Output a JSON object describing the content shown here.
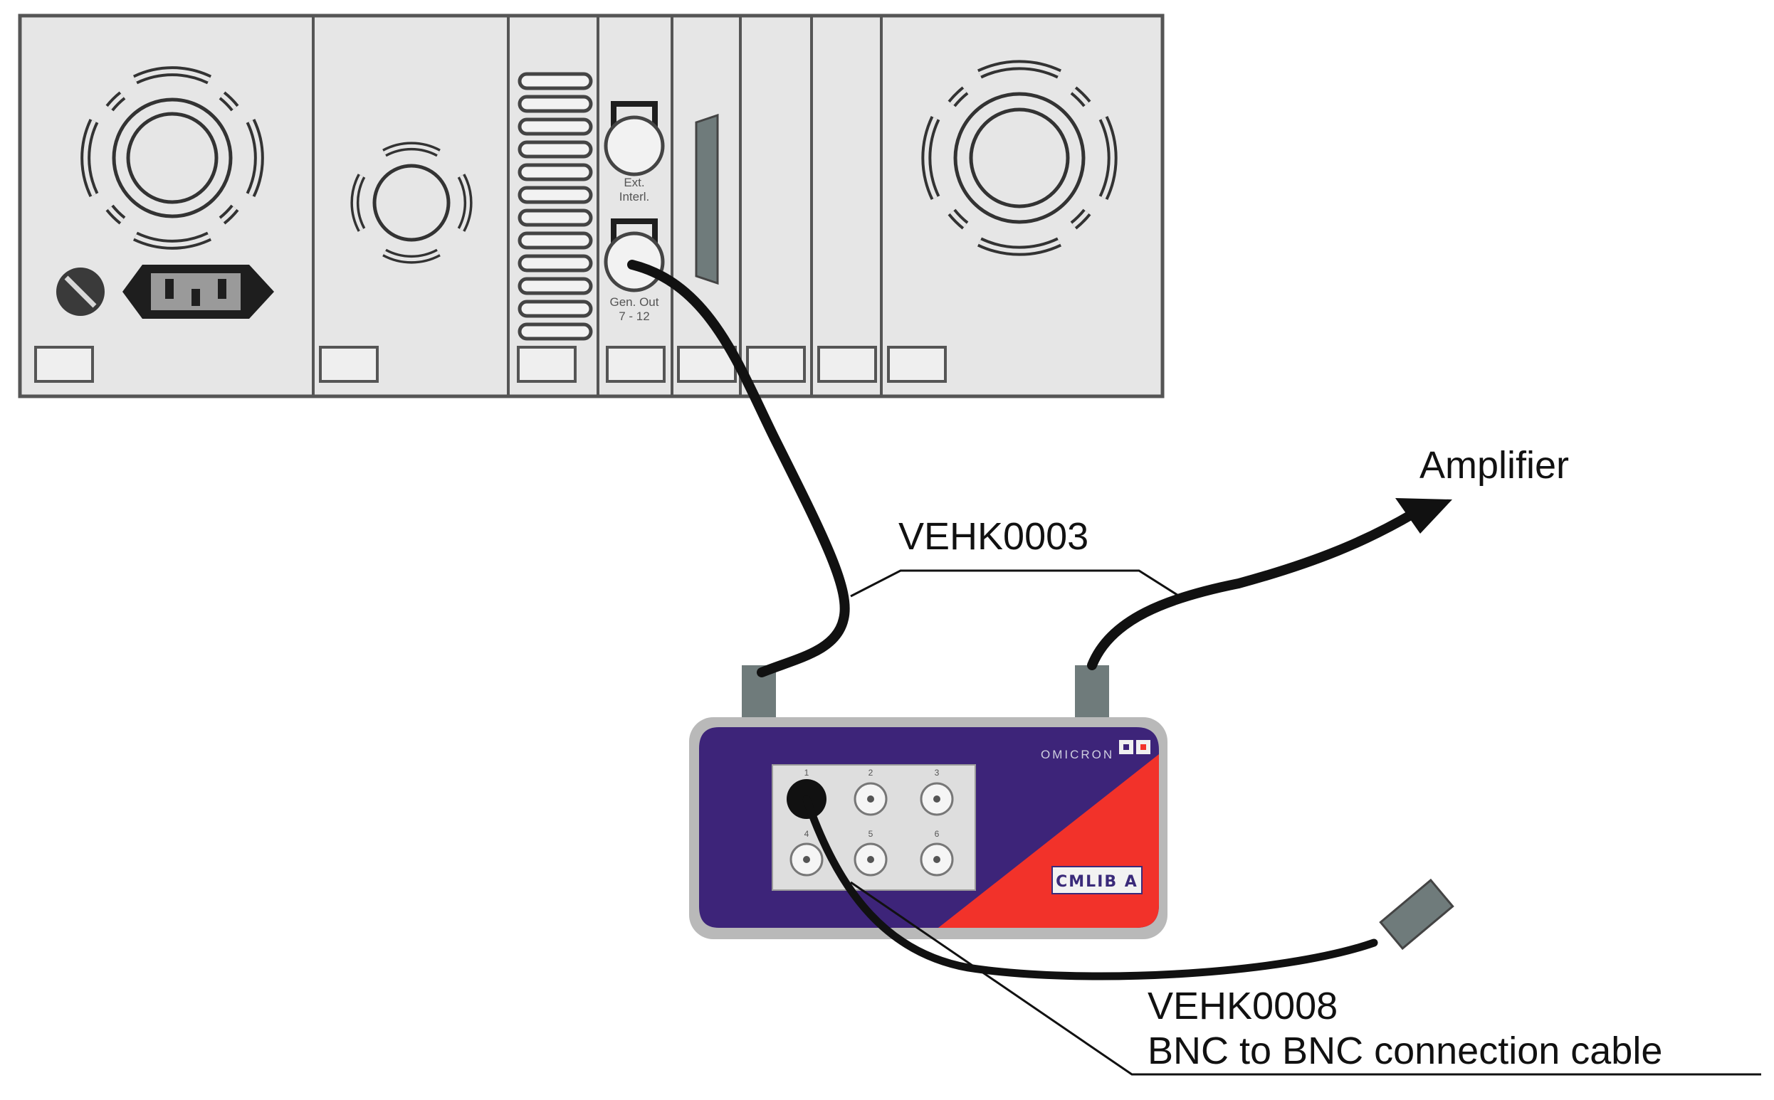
{
  "labels": {
    "amplifier": "Amplifier",
    "vehk0003": "VEHK0003",
    "vehk0008": "VEHK0008",
    "bnc_cable": "BNC to BNC connection cable"
  },
  "rack": {
    "ext_interl": [
      "Ext.",
      "Interl."
    ],
    "gen_out": [
      "Gen. Out",
      "7 - 12"
    ]
  },
  "device": {
    "brand": "OMICRON",
    "model": "CMLIB A",
    "channel_numbers": [
      "1",
      "2",
      "3",
      "4",
      "5",
      "6"
    ]
  },
  "colors": {
    "rack_fill": "#e6e6e6",
    "rack_stroke": "#555555",
    "device_purple": "#3d2479",
    "device_red": "#f2322a",
    "cable": "#111111",
    "connector_gray": "#6f7b7b"
  },
  "icons": [
    "fan-icon",
    "fuse-icon",
    "power-socket-icon",
    "bnc-connector-icon",
    "arrow-head-icon"
  ]
}
